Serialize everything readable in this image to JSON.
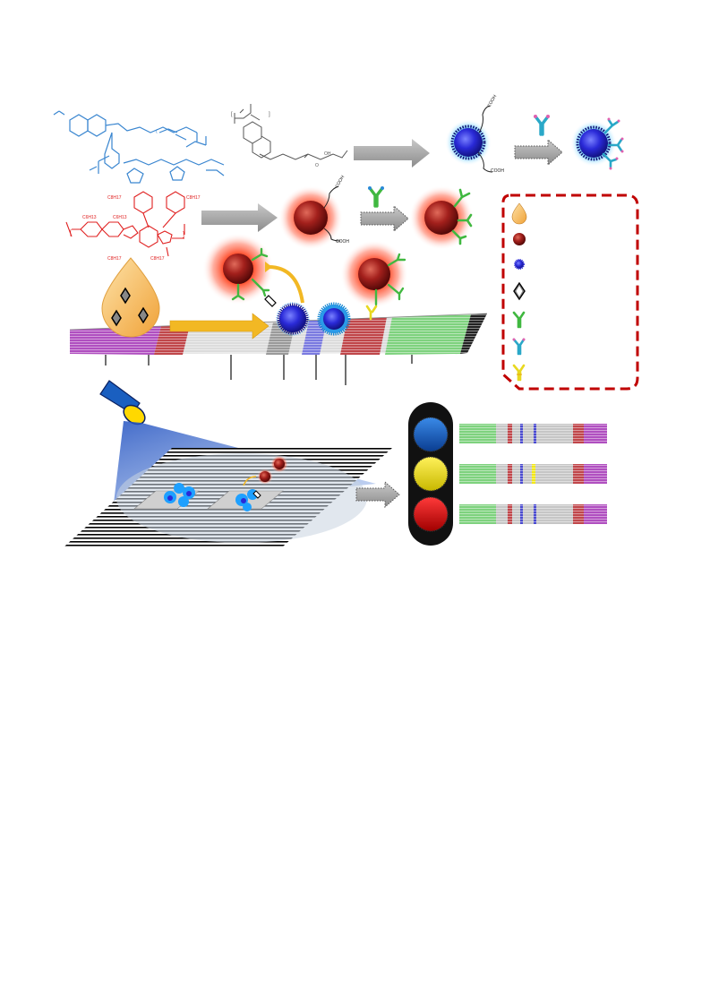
{
  "labels": {
    "cooh_blue_top": "COOH",
    "cooh_blue_bottom": "COOH",
    "cooh_red_top": "COOH",
    "cooh_red_bottom": "COOH",
    "polymer_red_sub1": "C6H13",
    "polymer_red_sub2": "C6H13",
    "polymer_red_sub3": "C8H17",
    "polymer_red_sub4": "C8H17",
    "polymer_red_sub5": "C8H17",
    "polymer_red_sub6": "C8H17"
  },
  "legend": {
    "items": [
      {
        "icon": "sample-droplet-icon"
      },
      {
        "icon": "red-nanoparticle-icon"
      },
      {
        "icon": "blue-nanoparticle-icon"
      },
      {
        "icon": "analyte-crystal-icon"
      },
      {
        "icon": "green-antibody-icon"
      },
      {
        "icon": "cyan-antibody-icon"
      },
      {
        "icon": "yellow-antibody-icon"
      }
    ]
  },
  "colors": {
    "blue_polymer": "#3a86d0",
    "red_polymer": "#e02020",
    "legend_border": "#c00000",
    "arrow_gray": "#a6a6a6",
    "arrow_yellow": "#f2b824",
    "strip_purple": "#b04fc0",
    "strip_green": "#7ed27e",
    "strip_red": "#c0464a",
    "signal_blue": "#1560c0",
    "signal_yellow": "#f2e81a",
    "signal_red": "#e01414"
  },
  "traffic_light": {
    "lamps": [
      "blue",
      "yellow",
      "red"
    ]
  }
}
